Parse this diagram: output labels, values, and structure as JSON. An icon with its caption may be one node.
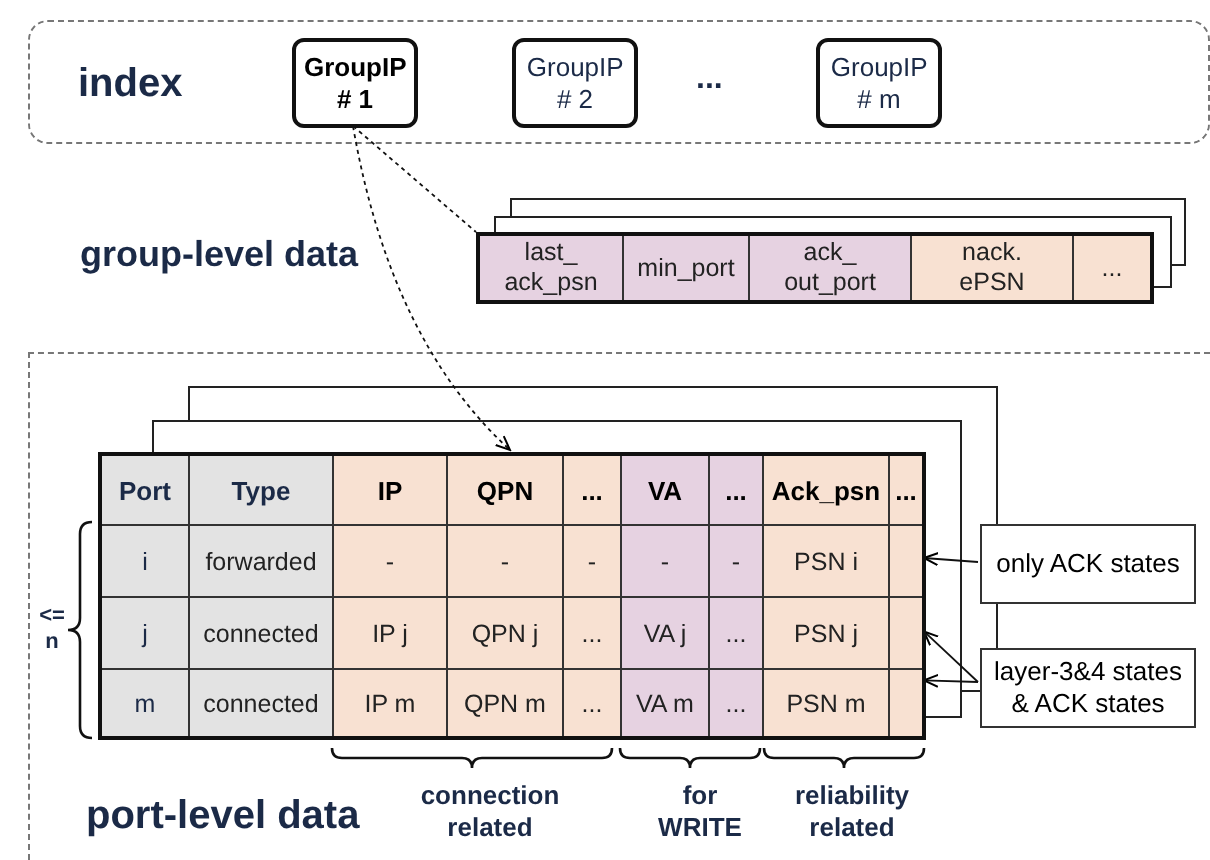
{
  "diagram": {
    "nodes": [
      {
        "text": [
          "index"
        ]
      },
      {
        "text": [
          "GroupIP # 1"
        ],
        "in": 0
      },
      {
        "text": [
          "GroupIP # 2"
        ],
        "in": 0
      },
      {
        "text": [
          "GroupIP # m"
        ],
        "in": 0
      },
      {
        "text": [
          "last_ ack_psn",
          "min_port",
          "ack_ out_port",
          "nack. ePSN",
          "..."
        ]
      },
      {
        "text": [
          "port-level data"
        ]
      },
      {
        "text": [
          "Port",
          "Type",
          "IP",
          "QPN",
          "...",
          "VA",
          "...",
          "Ack_psn",
          "...",
          "i",
          "forwarded",
          "-",
          "-",
          "-",
          "-",
          "-",
          "PSN i",
          "j",
          "connected",
          "IP j",
          "QPN j",
          "...",
          "VA j",
          "...",
          "PSN j",
          "m",
          "connected",
          "IP m",
          "QPN m",
          "...",
          "VA m",
          "...",
          "PSN m"
        ],
        "in": 5
      },
      {
        "text": [
          "only ACK states"
        ],
        "in": 5
      },
      {
        "text": [
          "layer-3&4 states & ACK states"
        ],
        "in": 5
      }
    ],
    "edges": [
      {
        "from": 1,
        "to": 4,
        "arrow": "none",
        "style": "dashed"
      },
      {
        "from": 1,
        "to": 6,
        "arrow": "to",
        "style": "dashed"
      },
      {
        "from": 7,
        "to": 6,
        "arrow": "to"
      },
      {
        "from": 8,
        "to": 6,
        "arrow": "to"
      },
      {
        "from": 8,
        "to": 6,
        "arrow": "to"
      }
    ],
    "labels": [
      "...",
      "group-level data",
      "<= n",
      "connection related",
      "for WRITE",
      "reliability related"
    ]
  }
}
